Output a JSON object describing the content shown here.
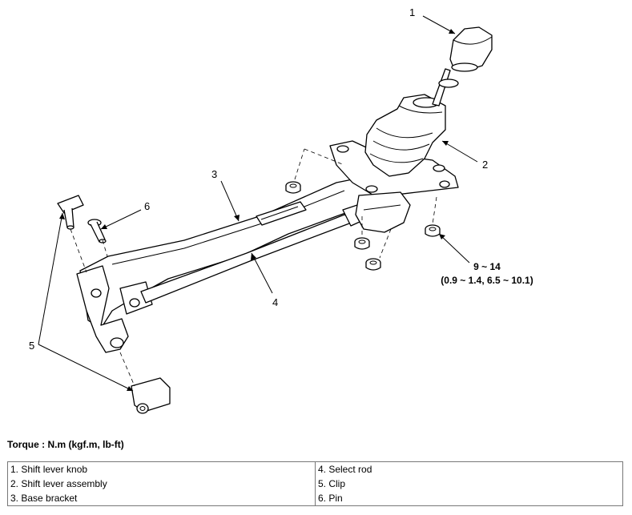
{
  "callouts": {
    "c1": "1",
    "c2": "2",
    "c3": "3",
    "c4": "4",
    "c5": "5",
    "c6": "6"
  },
  "torque_spec": {
    "value": "9 ~ 14",
    "conversion": "(0.9 ~ 1.4, 6.5 ~ 10.1)"
  },
  "torque_heading": "Torque : N.m (kgf.m, lb-ft)",
  "legend": [
    [
      "1. Shift lever knob",
      "4. Select rod"
    ],
    [
      "2. Shift lever assembly",
      "5. Clip"
    ],
    [
      "3. Base bracket",
      "6. Pin"
    ]
  ]
}
